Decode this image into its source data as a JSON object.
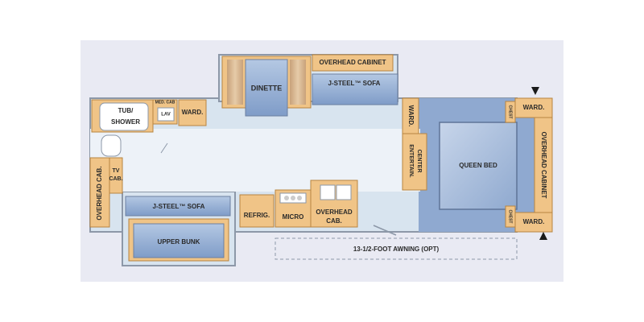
{
  "labels": {
    "overhead_cabinet_top": "OVERHEAD CABINET",
    "dinette": "DINETTE",
    "sofa_top": "J-STEEL™ SOFA",
    "tub_shower_1": "TUB/",
    "tub_shower_2": "SHOWER",
    "med_cab": "MED. CAB",
    "lav": "LAV",
    "ward_bath": "WARD.",
    "ward_mid": "WARD.",
    "entertain_1": "ENTERTAIN.",
    "entertain_2": "CENTER",
    "queen_bed": "QUEEN BED",
    "chest_top": "CHEST",
    "chest_bottom": "CHEST",
    "ward_front_top": "WARD.",
    "ward_front_bottom": "WARD.",
    "overhead_cabinet_front": "OVERHEAD CABINET",
    "overhead_cab_rear": "OVERHEAD CAB.",
    "tv_cab_1": "TV",
    "tv_cab_2": "CAB.",
    "sofa_bottom": "J-STEEL™ SOFA",
    "upper_bunk": "UPPER BUNK",
    "refrig": "REFRIG.",
    "micro": "MICRO",
    "overhead_cab_kitchen_1": "OVERHEAD",
    "overhead_cab_kitchen_2": "CAB.",
    "awning": "13-1/2-FOOT AWNING (OPT)"
  },
  "colors": {
    "background": "#e9eaf3",
    "floor": "#d5e3ef",
    "carpet": "#9ab3d6",
    "cabinet": "#f0c487",
    "cabinet_edge": "#b88540",
    "wall": "#8d98a8"
  }
}
